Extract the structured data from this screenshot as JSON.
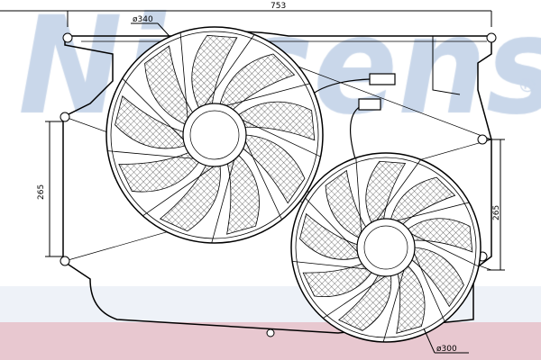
{
  "watermark": {
    "brand": "Nissens",
    "registered": "®"
  },
  "dimensions": {
    "overall_width": "753",
    "large_fan_diameter": "ø340",
    "left_height": "265",
    "right_height": "265",
    "small_fan_diameter": "ø300"
  },
  "colors": {
    "line": "#000000",
    "watermark": "#c9d7ea",
    "band": "#e8c8d0"
  },
  "fans": [
    {
      "name": "large-fan",
      "blades": 9
    },
    {
      "name": "small-fan",
      "blades": 9
    }
  ]
}
